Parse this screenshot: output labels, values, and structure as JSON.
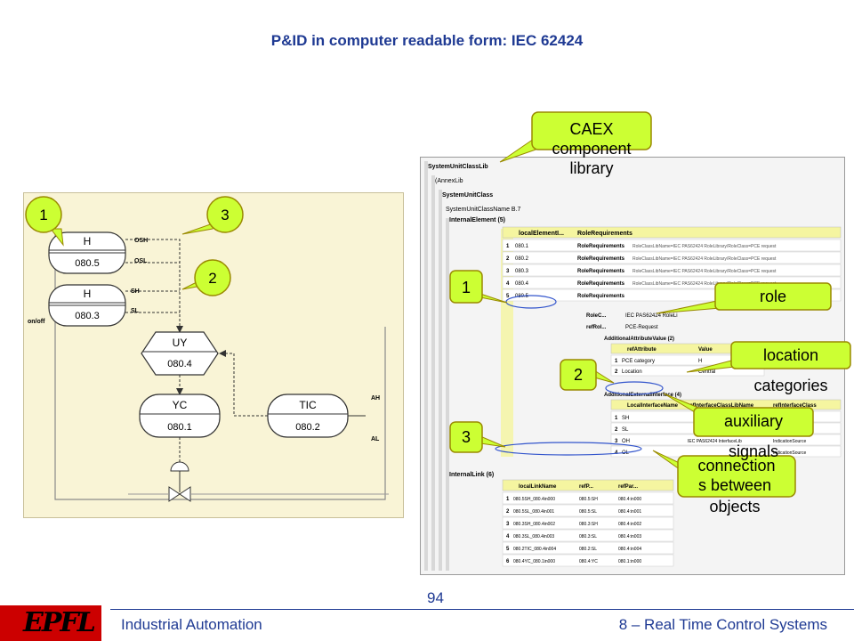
{
  "slide": {
    "title": "P&ID in computer readable form: IEC 62424",
    "footer_left": "Industrial Automation",
    "page_number": "94",
    "footer_right": "8 – Real Time Control Systems",
    "logo": "EPFL"
  },
  "colors": {
    "accent": "#1f3a93",
    "callout_fill": "#ccff33",
    "callout_border": "#9a8a00",
    "pid_bg": "#f9f4d6",
    "logo_red": "#cc0000"
  },
  "pid": {
    "markers": [
      "1",
      "2",
      "3"
    ],
    "instruments": [
      {
        "tag": "H",
        "num": "080.5"
      },
      {
        "tag": "H",
        "num": "080.3"
      },
      {
        "tag": "UY",
        "num": "080.4"
      },
      {
        "tag": "YC",
        "num": "080.1"
      },
      {
        "tag": "TIC",
        "num": "080.2"
      }
    ],
    "signals": [
      "OSH",
      "OSL",
      "SH",
      "SL",
      "on/off",
      "AH",
      "AL"
    ]
  },
  "callouts": {
    "caex": "CAEX component library",
    "one": "1",
    "two": "2",
    "three": "3",
    "role": "role",
    "location": "location",
    "categories": "categories",
    "auxiliary": "auxiliary",
    "signals": "signals",
    "connection_a": "connection",
    "connection_b": "s between",
    "connection_c": "objects"
  },
  "tree": {
    "nodes": [
      "SystemUnitClassLib",
      "(AnnexLib",
      "SystemUnitClass",
      "SystemUnitClassName B.7",
      "InternalElement (5)",
      "InternalLink (6)"
    ],
    "elements_header": [
      "localElementI...",
      "RoleRequirements"
    ],
    "elements": [
      {
        "n": "1",
        "id": "080.1",
        "role": "RoleRequirements",
        "value": "RoleClassLibName=IEC PAS62424 RoleLibrary/RoleClass=PCE request"
      },
      {
        "n": "2",
        "id": "080.2",
        "role": "RoleRequirements",
        "value": "RoleClassLibName=IEC PAS62424 RoleLibrary/RoleClass=PCE request"
      },
      {
        "n": "3",
        "id": "080.3",
        "role": "RoleRequirements",
        "value": "RoleClassLibName=IEC PAS62424 RoleLibrary/RoleClass=PCE request"
      },
      {
        "n": "4",
        "id": "080.4",
        "role": "RoleRequirements",
        "value": "RoleClassLibName=IEC PAS62424 RoleLibrary/RoleClass=PCE request"
      },
      {
        "n": "5",
        "id": "080.5",
        "role": "RoleRequirements",
        "value": ""
      }
    ],
    "role_sub": [
      "RoleC...",
      "IEC PAS62424 RoleLi",
      "refRol...",
      "PCE-Request"
    ],
    "attr_header": [
      "AdditionalAttributeValue (2)",
      "refAttribute",
      "Value"
    ],
    "attrs": [
      {
        "n": "1",
        "name": "PCE category",
        "value": "H"
      },
      {
        "n": "2",
        "name": "Location",
        "value": "Central"
      }
    ],
    "iface_header": [
      "AdditionalExternalInterface (4)",
      "LocalInterfaceName",
      "refInterfaceClassLibName",
      "refInterfaceClass"
    ],
    "ifaces": [
      {
        "n": "1",
        "name": "SH",
        "lib": "",
        "cls": "..."
      },
      {
        "n": "2",
        "name": "SL",
        "lib": "",
        "cls": "..."
      },
      {
        "n": "3",
        "name": "OH",
        "lib": "IEC PAS62424 InterfaceLib",
        "cls": "IndicationSource"
      },
      {
        "n": "4",
        "name": "OL",
        "lib": "",
        "cls": "IndicationSource"
      }
    ],
    "links_header": [
      "localLinkName",
      "refP...",
      "refPar..."
    ],
    "links": [
      {
        "n": "1",
        "name": "080.5SH_080.4in000",
        "a": "080.5:SH",
        "b": "080.4:in000"
      },
      {
        "n": "2",
        "name": "080.5SL_080.4in001",
        "a": "080.5:SL",
        "b": "080.4:in001"
      },
      {
        "n": "3",
        "name": "080.3SH_080.4in002",
        "a": "080.3:SH",
        "b": "080.4:in002"
      },
      {
        "n": "4",
        "name": "080.3SL_080.4in003",
        "a": "080.3:SL",
        "b": "080.4:in003"
      },
      {
        "n": "5",
        "name": "080.2TIC_080.4in004",
        "a": "080.2:SL",
        "b": "080.4:in004"
      },
      {
        "n": "6",
        "name": "080.4YC_080.1in000",
        "a": "080.4:YC",
        "b": "080.1:in000"
      }
    ]
  }
}
